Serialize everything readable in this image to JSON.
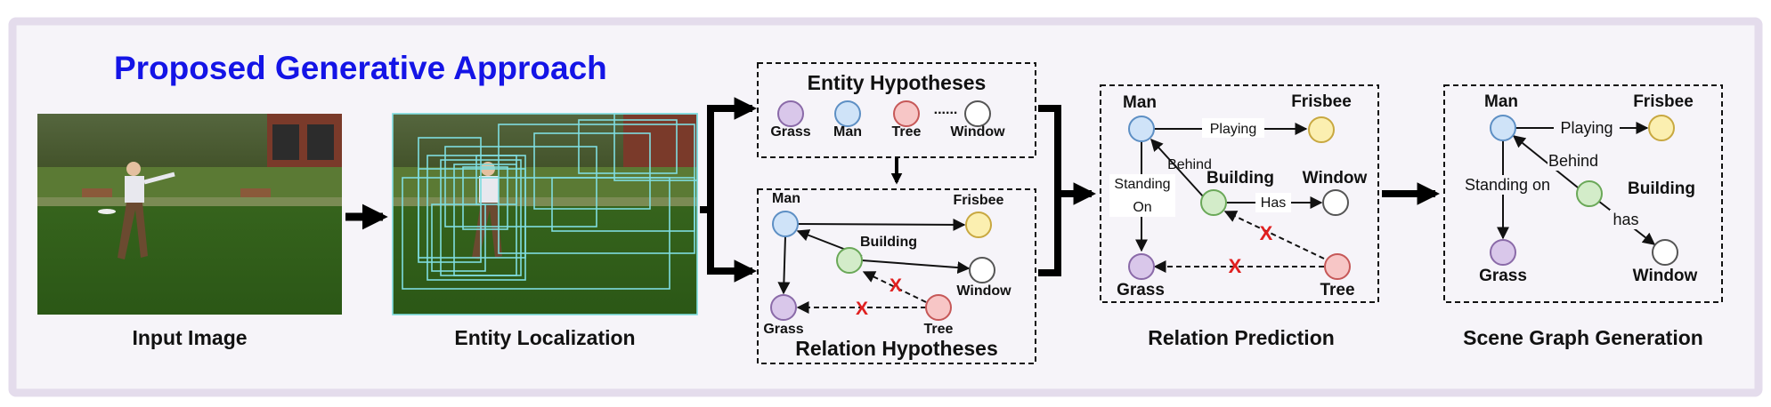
{
  "title": "Proposed Generative Approach",
  "stages": {
    "input": "Input Image",
    "localization": "Entity Localization",
    "relation_prediction": "Relation Prediction",
    "scene_graph": "Scene Graph Generation"
  },
  "entity_hypotheses": {
    "title": "Entity Hypotheses",
    "ellipsis": "......",
    "items": [
      {
        "label": "Grass",
        "color": "#d9c7ea",
        "stroke": "#8a6aa8"
      },
      {
        "label": "Man",
        "color": "#cfe3f8",
        "stroke": "#5d8fc4"
      },
      {
        "label": "Tree",
        "color": "#f7c6c6",
        "stroke": "#c65858"
      },
      {
        "label": "Window",
        "color": "#ffffff",
        "stroke": "#555555"
      }
    ]
  },
  "relation_hypotheses": {
    "title": "Relation Hypotheses",
    "nodes": {
      "man": "Man",
      "frisbee": "Frisbee",
      "building": "Building",
      "window": "Window",
      "grass": "Grass",
      "tree": "Tree"
    },
    "reject_mark": "X"
  },
  "relation_prediction": {
    "nodes": {
      "man": "Man",
      "frisbee": "Frisbee",
      "building": "Building",
      "window": "Window",
      "grass": "Grass",
      "tree": "Tree"
    },
    "edges": {
      "playing": "Playing",
      "behind": "Behind",
      "standing_on_1": "Standing",
      "standing_on_2": "On",
      "has": "Has"
    },
    "reject_mark": "X"
  },
  "scene_graph": {
    "nodes": {
      "man": "Man",
      "frisbee": "Frisbee",
      "building": "Building",
      "window": "Window",
      "grass": "Grass"
    },
    "edges": {
      "playing": "Playing",
      "behind": "Behind",
      "standing_on": "Standing on",
      "has": "has"
    }
  },
  "colors": {
    "title": "#1414e6",
    "panel_bg": "#f6f4f9",
    "panel_border": "#e4dcec",
    "man": "#cfe3f8",
    "frisbee": "#fbefb0",
    "building": "#d3ecc9",
    "grass": "#d9c7ea",
    "tree": "#f7c6c6",
    "reject": "#e02020",
    "box_outline": "#7fdde0"
  }
}
